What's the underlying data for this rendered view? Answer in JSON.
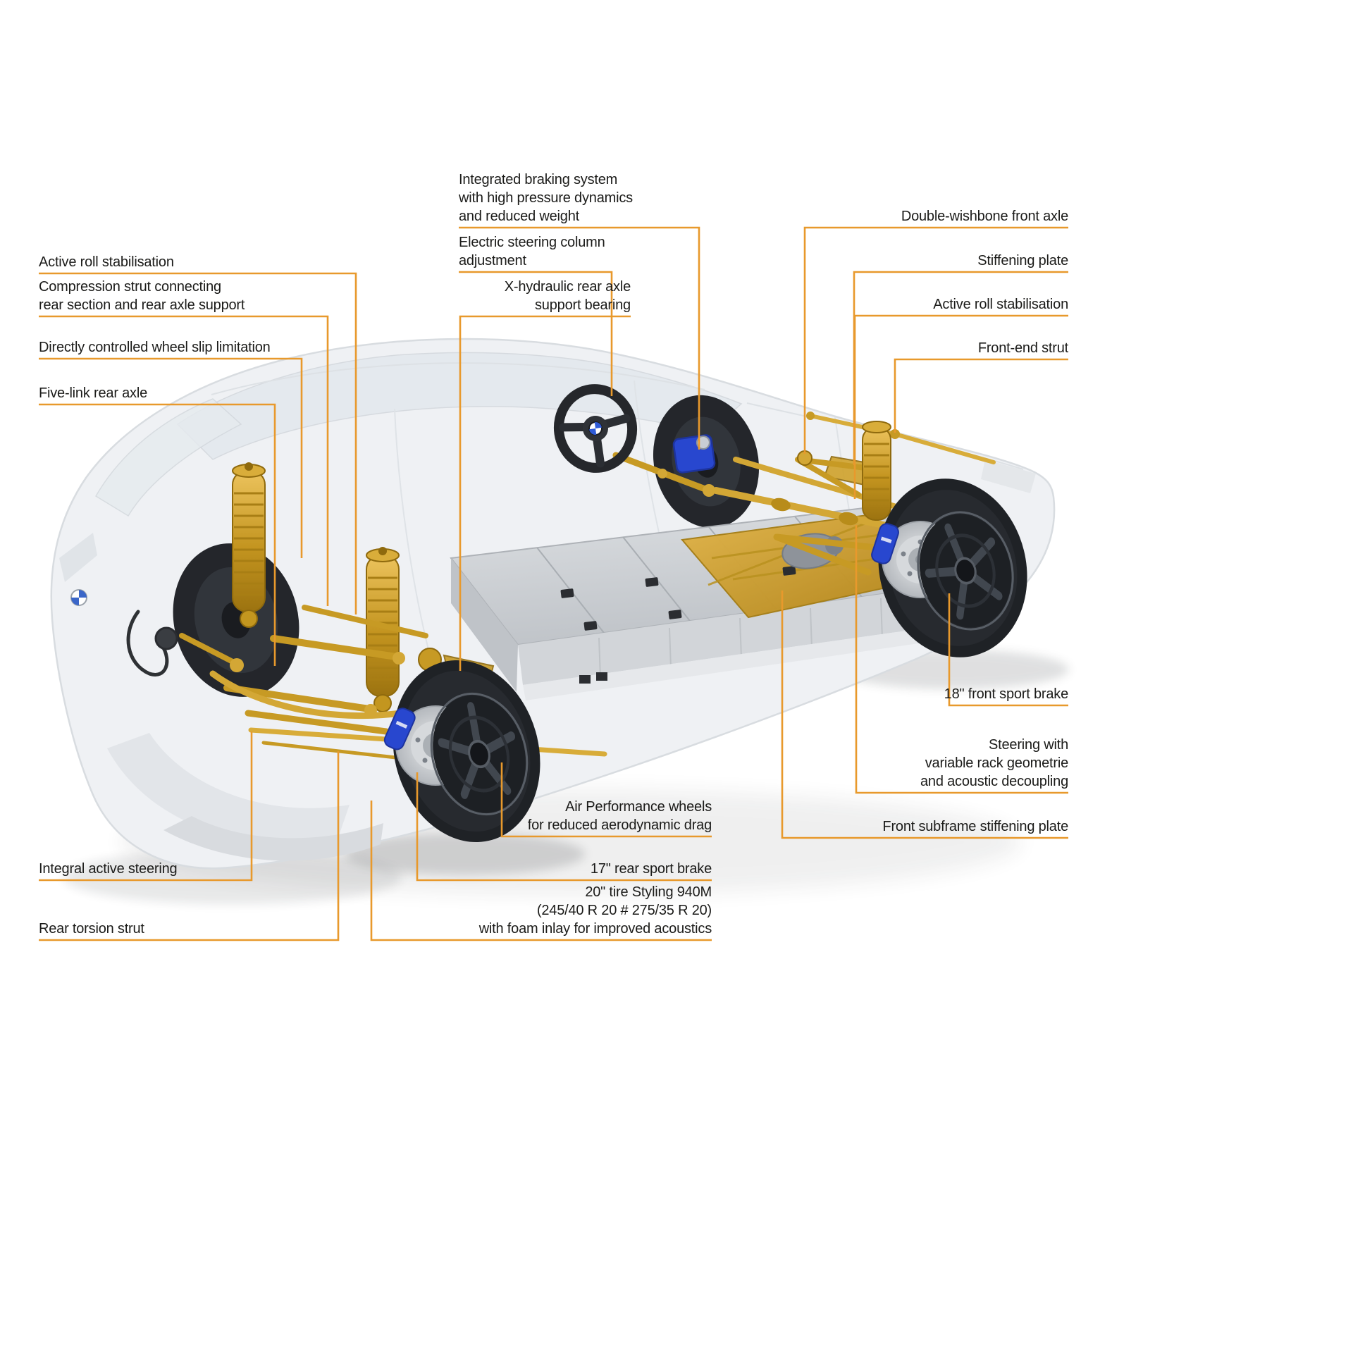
{
  "colors": {
    "accent": "#E8992C",
    "text": "#1B1B19",
    "caliper_blue": "#2847CF",
    "component_gold": "#C79A24",
    "body_ghost": "#EFF1F4"
  },
  "labels": {
    "active_roll_stabilisation_rear": "Active roll stabilisation",
    "compression_strut": "Compression strut connecting\nrear section and rear axle support",
    "wheel_slip_limitation": "Directly controlled wheel slip limitation",
    "five_link_rear_axle": "Five-link rear axle",
    "integral_active_steering": "Integral active steering",
    "rear_torsion_strut": "Rear torsion strut",
    "integrated_braking_system": "Integrated braking system\nwith high pressure dynamics\nand reduced weight",
    "electric_steering_column": "Electric steering column\nadjustment",
    "x_hydraulic_bearing": "X-hydraulic rear axle\nsupport bearing",
    "double_wishbone_front_axle": "Double-wishbone front axle",
    "stiffening_plate": "Stiffening plate",
    "active_roll_stabilisation_front": "Active roll stabilisation",
    "front_end_strut": "Front-end strut",
    "front_sport_brake": "18\" front sport brake",
    "steering_variable_rack": "Steering with\nvariable rack geometrie\nand acoustic decoupling",
    "front_subframe_plate": "Front subframe stiffening plate",
    "air_performance_wheels": "Air Performance wheels\nfor reduced aerodynamic drag",
    "rear_sport_brake": "17\" rear sport brake",
    "tire_styling": "20\" tire Styling 940M\n(245/40 R 20 # 275/35 R 20)\nwith foam inlay for improved acoustics"
  }
}
